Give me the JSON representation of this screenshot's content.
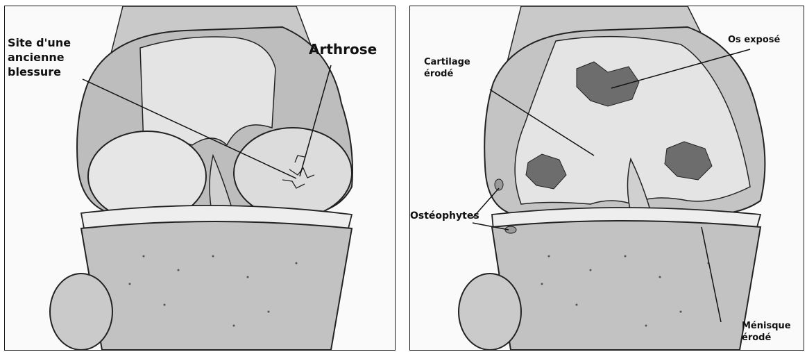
{
  "left_panel": {
    "labels": {
      "old_injury": "Site d'une\nancienne\nblessure",
      "arthrosis": "Arthrose"
    }
  },
  "right_panel": {
    "labels": {
      "eroded_cartilage": "Cartilage\nérodé",
      "exposed_bone": "Os exposé",
      "osteophytes": "Ostéophytes",
      "eroded_meniscus": "Ménisque\nérodé"
    }
  },
  "colors": {
    "bone_shade": "#b9b9b9",
    "bone_light": "#e6e6e6",
    "line": "#1a1a1a"
  }
}
